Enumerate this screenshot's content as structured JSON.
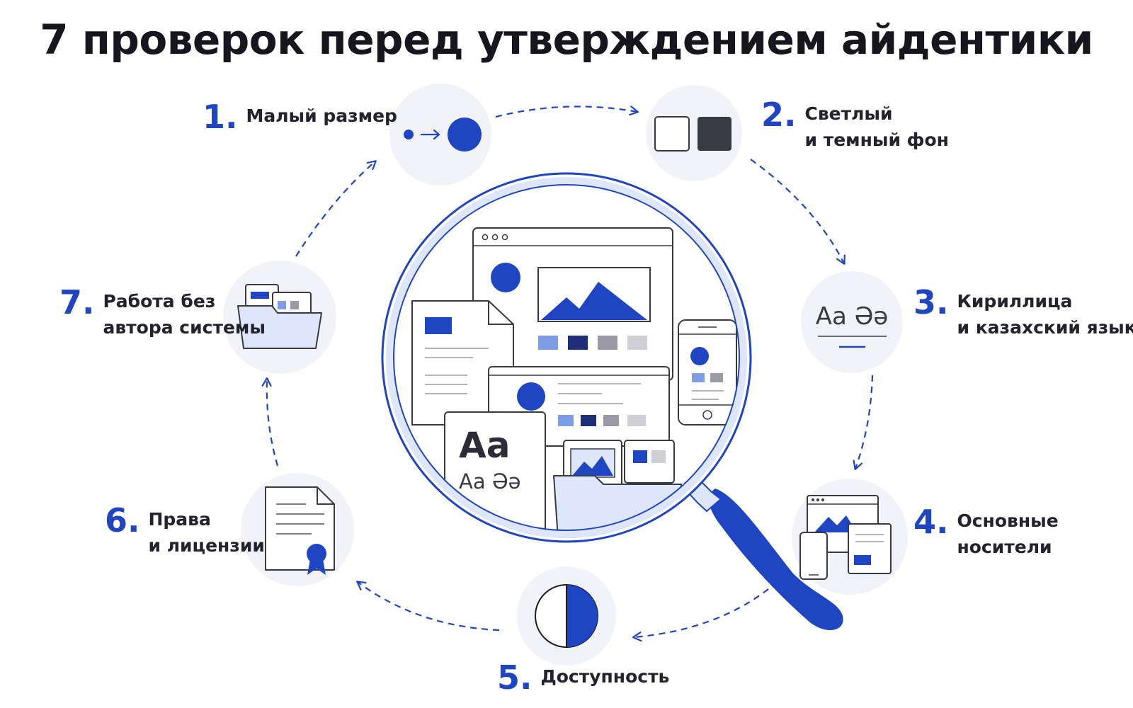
{
  "title": "7 проверок перед утверждением айдентики",
  "steps": [
    {
      "number": "1.",
      "lines": [
        "Малый размер"
      ]
    },
    {
      "number": "2.",
      "lines": [
        "Светлый",
        "и темный фон"
      ]
    },
    {
      "number": "3.",
      "lines": [
        "Кириллица",
        "и казахский язык"
      ]
    },
    {
      "number": "4.",
      "lines": [
        "Основные",
        "носители"
      ]
    },
    {
      "number": "5.",
      "lines": [
        "Доступность"
      ]
    },
    {
      "number": "6.",
      "lines": [
        "Права",
        "и лицензии"
      ]
    },
    {
      "number": "7.",
      "lines": [
        "Работа без",
        "автора системы"
      ]
    }
  ],
  "glyphs": {
    "typography_sample": "Aa",
    "typography_sample_cyrillic": "Aa  Әә",
    "step3_sample": "Aa  Әә"
  },
  "colors": {
    "accent": "#1f45c2",
    "dark": "#3a3b42",
    "light_tint": "#dde6fb",
    "bg_circle": "#f1f3f9"
  }
}
